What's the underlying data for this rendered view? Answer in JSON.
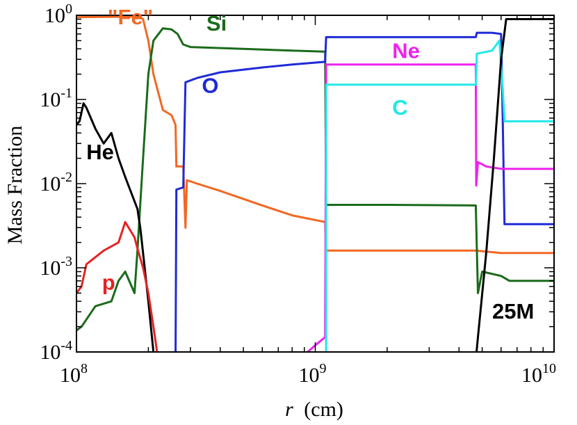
{
  "chart_data": {
    "type": "line",
    "title": "",
    "xlabel_var": "r",
    "xlabel_unit": "(cm)",
    "ylabel": "Mass Fraction",
    "xscale": "log",
    "yscale": "log",
    "xlim": [
      100000000.0,
      10000000000.0
    ],
    "ylim": [
      0.0001,
      1
    ],
    "grid": false,
    "annotation": "25M",
    "x_ticks": [
      {
        "base": "10",
        "exp": "8",
        "value": 100000000.0
      },
      {
        "base": "10",
        "exp": "9",
        "value": 1000000000.0
      },
      {
        "base": "10",
        "exp": "10",
        "value": 10000000000.0
      }
    ],
    "y_ticks": [
      {
        "base": "10",
        "exp": "-4",
        "value": 0.0001
      },
      {
        "base": "10",
        "exp": "-3",
        "value": 0.001
      },
      {
        "base": "10",
        "exp": "-2",
        "value": 0.01
      },
      {
        "base": "10",
        "exp": "-1",
        "value": 0.1
      },
      {
        "base": "10",
        "exp": "0",
        "value": 1
      }
    ],
    "series": [
      {
        "name": "\"Fe\"",
        "color": "#f26722",
        "label_at": [
          135000000.0,
          0.78
        ],
        "points": [
          [
            100000000.0,
            0.95
          ],
          [
            150000000.0,
            0.96
          ],
          [
            180000000.0,
            0.97
          ],
          [
            190000000.0,
            0.9
          ],
          [
            200000000.0,
            0.5
          ],
          [
            210000000.0,
            0.2
          ],
          [
            230000000.0,
            0.075
          ],
          [
            250000000.0,
            0.065
          ],
          [
            260000000.0,
            0.05
          ],
          [
            262000000.0,
            0.016
          ],
          [
            280000000.0,
            0.016
          ],
          [
            286000000.0,
            0.003
          ],
          [
            290000000.0,
            0.011
          ],
          [
            320000000.0,
            0.01
          ],
          [
            400000000.0,
            0.0082
          ],
          [
            600000000.0,
            0.0055
          ],
          [
            800000000.0,
            0.0042
          ],
          [
            1100000000.0,
            0.0035
          ],
          [
            1110000000.0,
            0.0016
          ],
          [
            2000000000.0,
            0.0016
          ],
          [
            4700000000.0,
            0.0016
          ],
          [
            6000000000.0,
            0.0015
          ],
          [
            10000000000.0,
            0.0015
          ]
        ]
      },
      {
        "name": "Si",
        "color": "#1a6b1a",
        "label_at": [
          350000000.0,
          0.66
        ],
        "points": [
          [
            100000000.0,
            0.00018
          ],
          [
            105000000.0,
            0.0002
          ],
          [
            120000000.0,
            0.00035
          ],
          [
            140000000.0,
            0.0004
          ],
          [
            150000000.0,
            0.0007
          ],
          [
            160000000.0,
            0.0009
          ],
          [
            175000000.0,
            0.0005
          ],
          [
            180000000.0,
            0.0016
          ],
          [
            190000000.0,
            0.02
          ],
          [
            200000000.0,
            0.2
          ],
          [
            210000000.0,
            0.5
          ],
          [
            230000000.0,
            0.7
          ],
          [
            250000000.0,
            0.68
          ],
          [
            265000000.0,
            0.6
          ],
          [
            280000000.0,
            0.45
          ],
          [
            300000000.0,
            0.42
          ],
          [
            500000000.0,
            0.4
          ],
          [
            800000000.0,
            0.38
          ],
          [
            1100000000.0,
            0.37
          ],
          [
            1110000000.0,
            0.0056
          ],
          [
            2000000000.0,
            0.0056
          ],
          [
            4700000000.0,
            0.0055
          ],
          [
            4800000000.0,
            0.0005
          ],
          [
            5000000000.0,
            0.0009
          ],
          [
            6000000000.0,
            0.0008
          ],
          [
            6500000000.0,
            0.0007
          ],
          [
            10000000000.0,
            0.0007
          ]
        ]
      },
      {
        "name": "O",
        "color": "#1f2ad6",
        "label_at": [
          335000000.0,
          0.12
        ],
        "points": [
          [
            210000000.0,
            8e-05
          ],
          [
            260000000.0,
            8e-05
          ],
          [
            262000000.0,
            0.0085
          ],
          [
            280000000.0,
            0.009
          ],
          [
            286000000.0,
            0.16
          ],
          [
            320000000.0,
            0.18
          ],
          [
            400000000.0,
            0.21
          ],
          [
            600000000.0,
            0.24
          ],
          [
            800000000.0,
            0.26
          ],
          [
            1100000000.0,
            0.28
          ],
          [
            1110000000.0,
            0.55
          ],
          [
            2000000000.0,
            0.55
          ],
          [
            4700000000.0,
            0.55
          ],
          [
            4750000000.0,
            0.62
          ],
          [
            5500000000.0,
            0.62
          ],
          [
            6000000000.0,
            0.6
          ],
          [
            6100000000.0,
            0.05
          ],
          [
            6200000000.0,
            0.0033
          ],
          [
            10000000000.0,
            0.0033
          ]
        ]
      },
      {
        "name": "Ne",
        "color": "#ee22ee",
        "label_at": [
          2100000000.0,
          0.31
        ],
        "points": [
          [
            850000000.0,
            8e-05
          ],
          [
            1000000000.0,
            0.00012
          ],
          [
            1100000000.0,
            0.00015
          ],
          [
            1110000000.0,
            0.26
          ],
          [
            2000000000.0,
            0.26
          ],
          [
            4700000000.0,
            0.26
          ],
          [
            4720000000.0,
            0.0095
          ],
          [
            4800000000.0,
            0.018
          ],
          [
            5200000000.0,
            0.016
          ],
          [
            6000000000.0,
            0.015
          ],
          [
            10000000000.0,
            0.015
          ]
        ]
      },
      {
        "name": "C",
        "color": "#22e8e8",
        "label_at": [
          2100000000.0,
          0.066
        ],
        "points": [
          [
            1110000000.0,
            8e-05
          ],
          [
            1110000000.0,
            0.15
          ],
          [
            2000000000.0,
            0.15
          ],
          [
            4700000000.0,
            0.15
          ],
          [
            4750000000.0,
            0.35
          ],
          [
            5500000000.0,
            0.38
          ],
          [
            5900000000.0,
            0.5
          ],
          [
            6100000000.0,
            0.13
          ],
          [
            6200000000.0,
            0.055
          ],
          [
            10000000000.0,
            0.055
          ]
        ]
      },
      {
        "name": "He",
        "color": "#000000",
        "label_at": [
          110000000.0,
          0.0195
        ],
        "points": [
          [
            100000000.0,
            0.05
          ],
          [
            103000000.0,
            0.055
          ],
          [
            107000000.0,
            0.09
          ],
          [
            110000000.0,
            0.08
          ],
          [
            120000000.0,
            0.045
          ],
          [
            130000000.0,
            0.03
          ],
          [
            140000000.0,
            0.04
          ],
          [
            150000000.0,
            0.02
          ],
          [
            160000000.0,
            0.012
          ],
          [
            180000000.0,
            0.005
          ],
          [
            185000000.0,
            0.003
          ],
          [
            200000000.0,
            0.0004
          ],
          [
            210000000.0,
            0.0001
          ],
          [
            220000000.0,
            8e-05
          ]
        ]
      },
      {
        "name": "p",
        "color": "#e52222",
        "label_at": [
          128000000.0,
          0.00055
        ],
        "points": [
          [
            100000000.0,
            0.0005
          ],
          [
            105000000.0,
            0.0006
          ],
          [
            110000000.0,
            0.0011
          ],
          [
            130000000.0,
            0.0016
          ],
          [
            150000000.0,
            0.002
          ],
          [
            160000000.0,
            0.0035
          ],
          [
            175000000.0,
            0.0023
          ],
          [
            180000000.0,
            0.0017
          ],
          [
            190000000.0,
            0.001
          ],
          [
            200000000.0,
            0.0005
          ],
          [
            210000000.0,
            0.0002
          ],
          [
            220000000.0,
            8e-05
          ]
        ]
      },
      {
        "name": "",
        "color": "#000000",
        "label_at": null,
        "points": [
          [
            4700000000.0,
            8e-05
          ],
          [
            4800000000.0,
            0.00015
          ],
          [
            5200000000.0,
            0.0015
          ],
          [
            5600000000.0,
            0.02
          ],
          [
            6000000000.0,
            0.3
          ],
          [
            6300000000.0,
            0.9
          ],
          [
            10000000000.0,
            0.9
          ]
        ]
      }
    ]
  }
}
